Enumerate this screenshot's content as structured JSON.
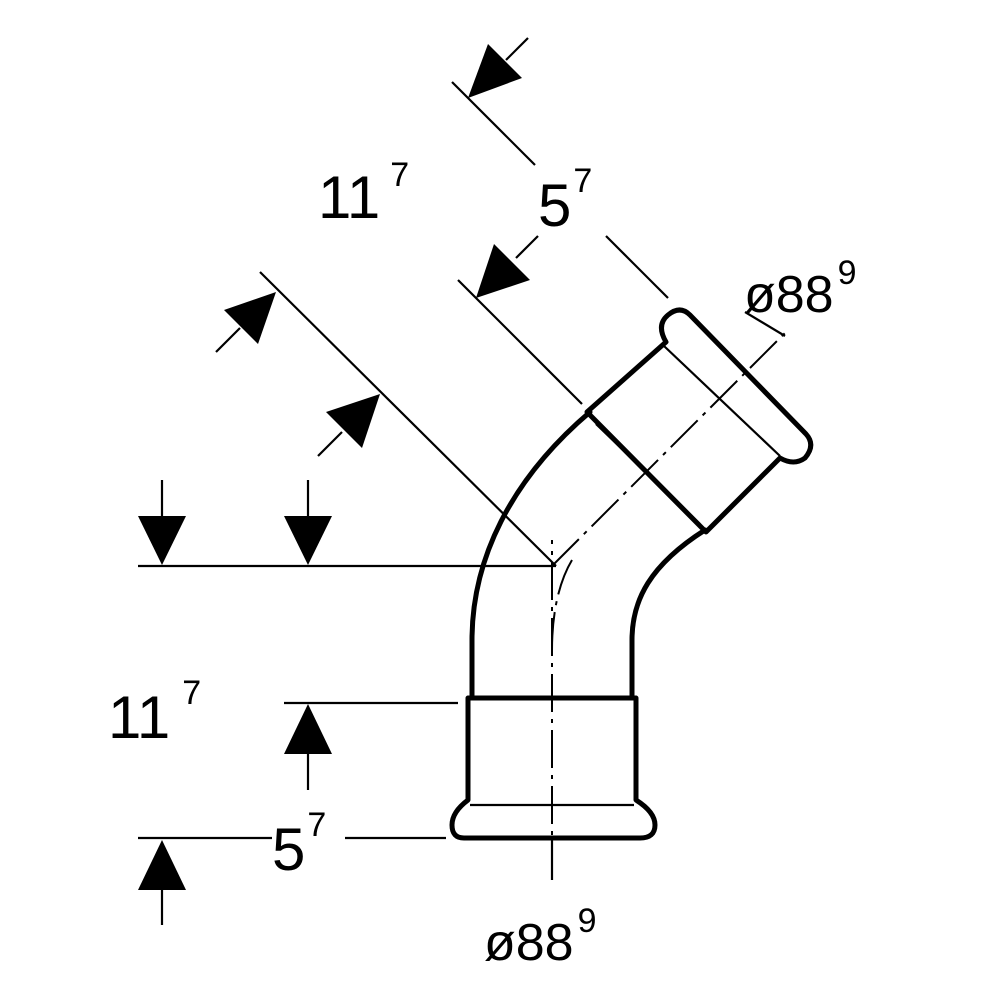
{
  "dimensions": {
    "vertical_center_to_end": {
      "base": "11",
      "sup": "7"
    },
    "vertical_socket_depth": {
      "base": "5",
      "sup": "7"
    },
    "angled_center_to_end": {
      "base": "11",
      "sup": "7"
    },
    "angled_socket_depth": {
      "base": "5",
      "sup": "7"
    },
    "top_diameter": {
      "base": "ø88",
      "sup": "9"
    },
    "bottom_diameter": {
      "base": "ø88",
      "sup": "9"
    }
  }
}
